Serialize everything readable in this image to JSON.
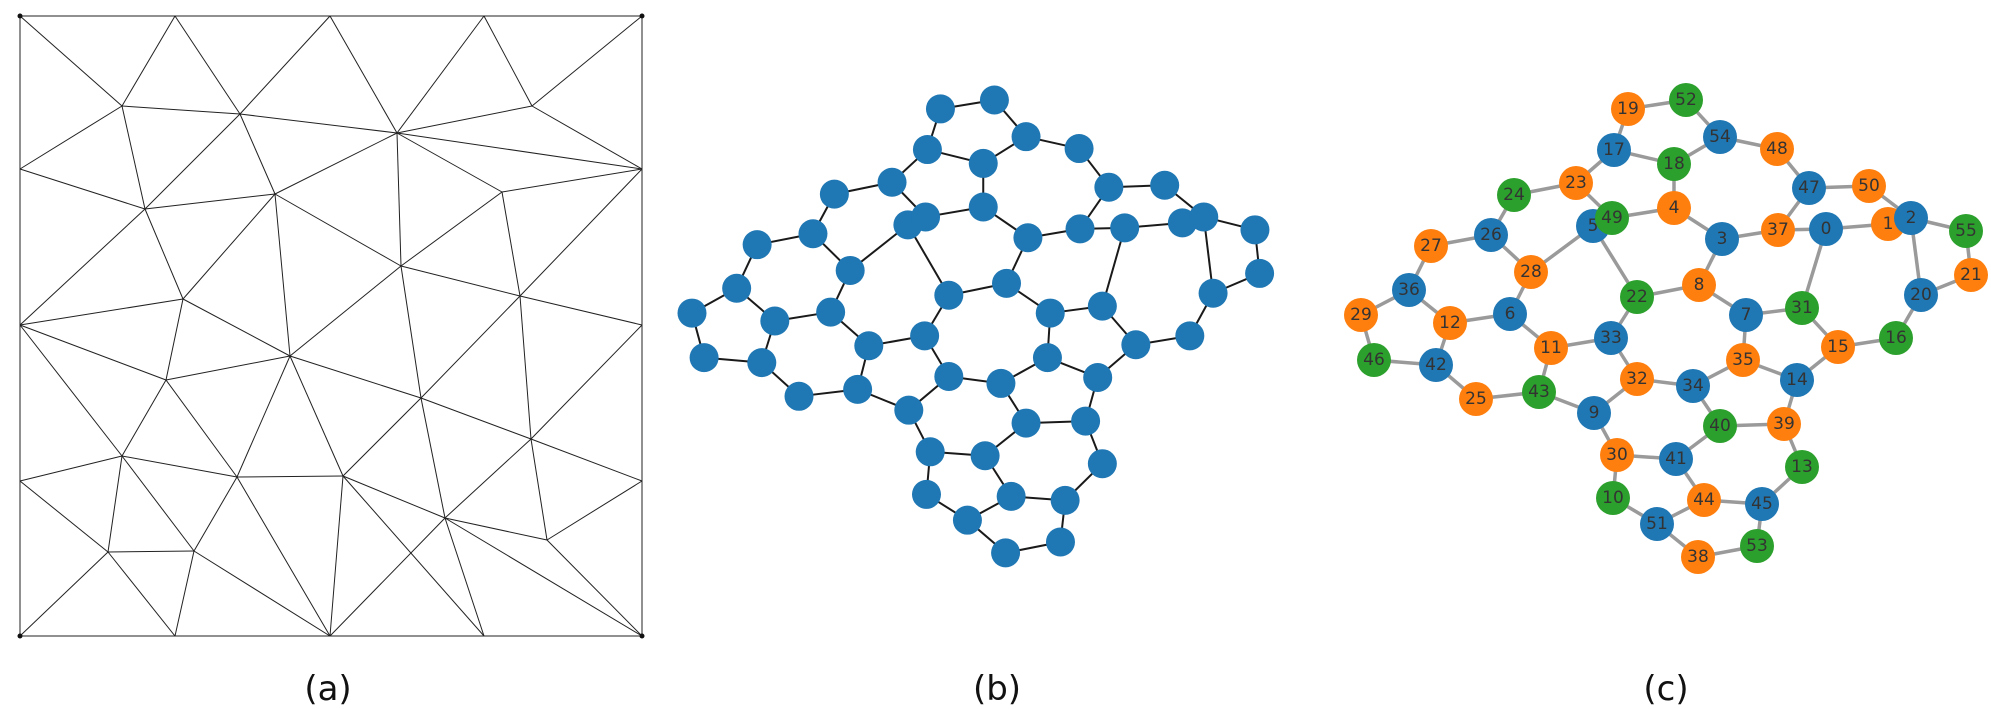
{
  "panels": {
    "a": {
      "caption": "(a)"
    },
    "b": {
      "caption": "(b)"
    },
    "c": {
      "caption": "(c)"
    }
  },
  "colors": {
    "blue": "#1f77b4",
    "orange": "#ff7f0e",
    "green": "#2ca02c"
  },
  "graph_c": {
    "nodes": [
      {
        "label": "0",
        "color": "blue"
      },
      {
        "label": "1",
        "color": "orange"
      },
      {
        "label": "2",
        "color": "blue"
      },
      {
        "label": "3",
        "color": "blue"
      },
      {
        "label": "4",
        "color": "orange"
      },
      {
        "label": "5",
        "color": "blue"
      },
      {
        "label": "6",
        "color": "blue"
      },
      {
        "label": "7",
        "color": "blue"
      },
      {
        "label": "8",
        "color": "orange"
      },
      {
        "label": "9",
        "color": "blue"
      },
      {
        "label": "10",
        "color": "green"
      },
      {
        "label": "11",
        "color": "orange"
      },
      {
        "label": "12",
        "color": "orange"
      },
      {
        "label": "13",
        "color": "green"
      },
      {
        "label": "14",
        "color": "blue"
      },
      {
        "label": "15",
        "color": "orange"
      },
      {
        "label": "16",
        "color": "green"
      },
      {
        "label": "17",
        "color": "blue"
      },
      {
        "label": "18",
        "color": "green"
      },
      {
        "label": "19",
        "color": "orange"
      },
      {
        "label": "20",
        "color": "blue"
      },
      {
        "label": "21",
        "color": "orange"
      },
      {
        "label": "22",
        "color": "green"
      },
      {
        "label": "23",
        "color": "orange"
      },
      {
        "label": "24",
        "color": "green"
      },
      {
        "label": "25",
        "color": "orange"
      },
      {
        "label": "26",
        "color": "blue"
      },
      {
        "label": "27",
        "color": "orange"
      },
      {
        "label": "28",
        "color": "orange"
      },
      {
        "label": "29",
        "color": "orange"
      },
      {
        "label": "30",
        "color": "orange"
      },
      {
        "label": "31",
        "color": "green"
      },
      {
        "label": "32",
        "color": "orange"
      },
      {
        "label": "33",
        "color": "blue"
      },
      {
        "label": "34",
        "color": "blue"
      },
      {
        "label": "35",
        "color": "orange"
      },
      {
        "label": "36",
        "color": "blue"
      },
      {
        "label": "37",
        "color": "orange"
      },
      {
        "label": "38",
        "color": "orange"
      },
      {
        "label": "39",
        "color": "orange"
      },
      {
        "label": "40",
        "color": "green"
      },
      {
        "label": "41",
        "color": "blue"
      },
      {
        "label": "42",
        "color": "blue"
      },
      {
        "label": "43",
        "color": "green"
      },
      {
        "label": "44",
        "color": "orange"
      },
      {
        "label": "45",
        "color": "blue"
      },
      {
        "label": "46",
        "color": "green"
      },
      {
        "label": "47",
        "color": "blue"
      },
      {
        "label": "48",
        "color": "orange"
      },
      {
        "label": "49",
        "color": "green"
      },
      {
        "label": "50",
        "color": "orange"
      },
      {
        "label": "51",
        "color": "blue"
      },
      {
        "label": "52",
        "color": "green"
      },
      {
        "label": "53",
        "color": "green"
      },
      {
        "label": "54",
        "color": "blue"
      },
      {
        "label": "55",
        "color": "green"
      }
    ],
    "edges": [
      [
        "19",
        "17"
      ],
      [
        "19",
        "52"
      ],
      [
        "52",
        "54"
      ],
      [
        "17",
        "18"
      ],
      [
        "18",
        "54"
      ],
      [
        "54",
        "48"
      ],
      [
        "48",
        "47"
      ],
      [
        "47",
        "50"
      ],
      [
        "50",
        "2"
      ],
      [
        "2",
        "55"
      ],
      [
        "55",
        "21"
      ],
      [
        "21",
        "20"
      ],
      [
        "20",
        "2"
      ],
      [
        "20",
        "16"
      ],
      [
        "16",
        "15"
      ],
      [
        "15",
        "31"
      ],
      [
        "15",
        "14"
      ],
      [
        "31",
        "0"
      ],
      [
        "31",
        "7"
      ],
      [
        "0",
        "1"
      ],
      [
        "1",
        "2"
      ],
      [
        "0",
        "37"
      ],
      [
        "37",
        "47"
      ],
      [
        "37",
        "3"
      ],
      [
        "3",
        "4"
      ],
      [
        "4",
        "18"
      ],
      [
        "4",
        "49"
      ],
      [
        "49",
        "23"
      ],
      [
        "23",
        "17"
      ],
      [
        "23",
        "24"
      ],
      [
        "24",
        "26"
      ],
      [
        "26",
        "27"
      ],
      [
        "27",
        "36"
      ],
      [
        "36",
        "29"
      ],
      [
        "29",
        "46"
      ],
      [
        "46",
        "42"
      ],
      [
        "42",
        "25"
      ],
      [
        "25",
        "43"
      ],
      [
        "43",
        "9"
      ],
      [
        "9",
        "30"
      ],
      [
        "30",
        "10"
      ],
      [
        "10",
        "51"
      ],
      [
        "51",
        "38"
      ],
      [
        "38",
        "53"
      ],
      [
        "53",
        "45"
      ],
      [
        "45",
        "13"
      ],
      [
        "13",
        "39"
      ],
      [
        "39",
        "40"
      ],
      [
        "40",
        "41"
      ],
      [
        "41",
        "44"
      ],
      [
        "44",
        "45"
      ],
      [
        "44",
        "51"
      ],
      [
        "41",
        "30"
      ],
      [
        "9",
        "32"
      ],
      [
        "32",
        "34"
      ],
      [
        "34",
        "35"
      ],
      [
        "35",
        "14"
      ],
      [
        "14",
        "39"
      ],
      [
        "34",
        "40"
      ],
      [
        "35",
        "7"
      ],
      [
        "7",
        "8"
      ],
      [
        "8",
        "3"
      ],
      [
        "8",
        "22"
      ],
      [
        "22",
        "5"
      ],
      [
        "5",
        "49"
      ],
      [
        "5",
        "28"
      ],
      [
        "28",
        "26"
      ],
      [
        "28",
        "6"
      ],
      [
        "6",
        "12"
      ],
      [
        "12",
        "36"
      ],
      [
        "12",
        "42"
      ],
      [
        "6",
        "11"
      ],
      [
        "11",
        "33"
      ],
      [
        "33",
        "22"
      ],
      [
        "33",
        "32"
      ],
      [
        "11",
        "43"
      ]
    ]
  }
}
